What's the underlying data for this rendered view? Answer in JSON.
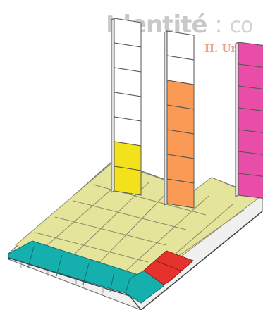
{
  "title": {
    "main": "Identité",
    "separator": ":",
    "rest": "co"
  },
  "subtitle": "II. Un p",
  "colors": {
    "grid_fill": "#e4e59a",
    "grid_line": "#8c8b6a",
    "teal": "#15b0ae",
    "red": "#e6322d",
    "yellow": "#f3e21b",
    "orange": "#fb9a55",
    "magenta": "#e84ea8",
    "outline": "#444444",
    "title_grey": "#c9c9c9",
    "subtitle_orange": "#e8a48a"
  },
  "columns": [
    {
      "name": "yellow-column",
      "cells": 7,
      "filled": 2,
      "color": "yellow"
    },
    {
      "name": "orange-column",
      "cells": 7,
      "filled": 5,
      "color": "orange"
    },
    {
      "name": "magenta-column",
      "cells": 7,
      "filled": 7,
      "color": "magenta"
    }
  ]
}
